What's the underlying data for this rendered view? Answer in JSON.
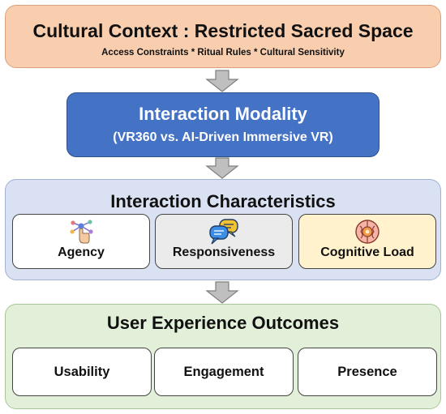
{
  "cultural_context": {
    "title": "Cultural Context : Restricted Sacred Space",
    "subtitle": "Access Constraints * Ritual Rules * Cultural Sensitivity"
  },
  "interaction_modality": {
    "title": "Interaction Modality",
    "subtitle": "(VR360 vs. AI-Driven Immersive VR)"
  },
  "interaction_characteristics": {
    "title": "Interaction Characteristics",
    "items": [
      {
        "label": "Agency",
        "icon": "agency-network-hand-icon",
        "bg": "#ffffff"
      },
      {
        "label": "Responsiveness",
        "icon": "chat-bubbles-icon",
        "bg": "#ebebeb"
      },
      {
        "label": "Cognitive Load",
        "icon": "brain-gear-icon",
        "bg": "#fff2cc"
      }
    ]
  },
  "user_experience_outcomes": {
    "title": "User Experience Outcomes",
    "items": [
      {
        "label": "Usability"
      },
      {
        "label": "Engagement"
      },
      {
        "label": "Presence"
      }
    ]
  },
  "colors": {
    "context_bg": "#f9ceae",
    "modality_bg": "#4472c4",
    "characteristics_bg": "#d9e1f2",
    "outcomes_bg": "#e2efd9",
    "arrow": "#bfbfbf"
  }
}
